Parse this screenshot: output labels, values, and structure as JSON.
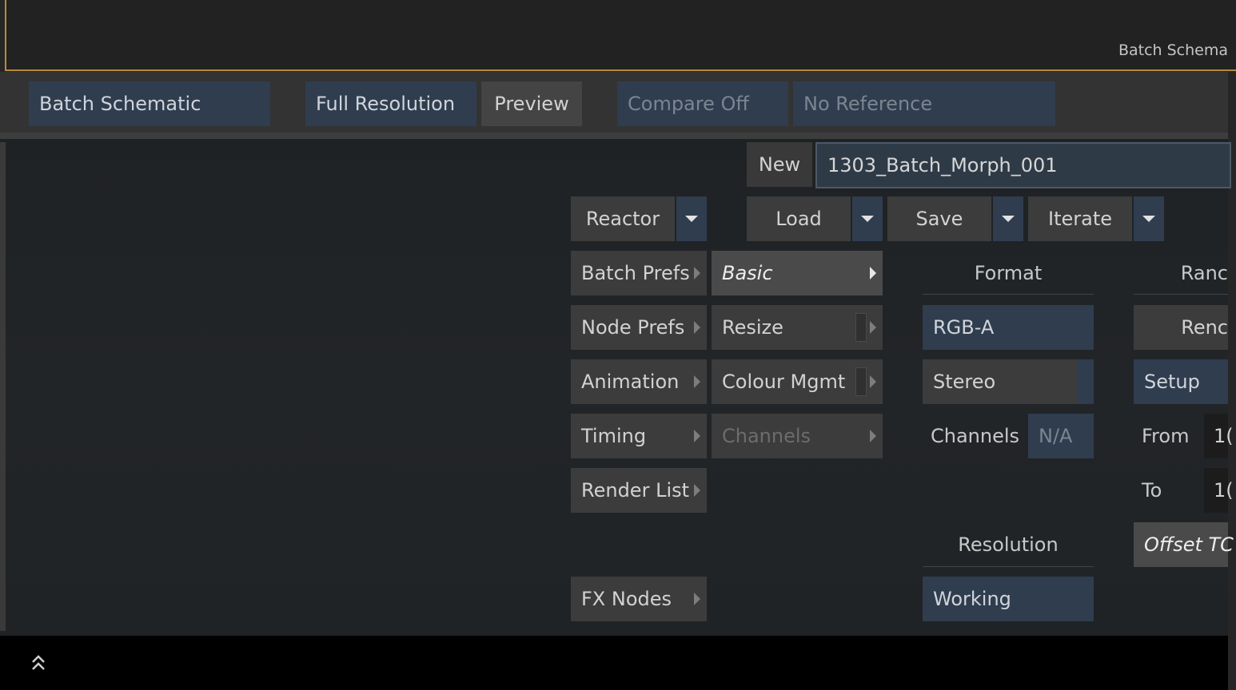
{
  "viewer": {
    "label": "Batch Schema"
  },
  "toolbar": {
    "batch_schematic": "Batch Schematic",
    "full_resolution": "Full Resolution",
    "preview": "Preview",
    "compare": "Compare Off",
    "reference": "No Reference"
  },
  "setup": {
    "new_label": "New",
    "setup_name": "1303_Batch_Morph_001",
    "reactor": "Reactor",
    "load": "Load",
    "save": "Save",
    "iterate": "Iterate"
  },
  "prefs_menu": {
    "items": [
      "Batch Prefs",
      "Node Prefs",
      "Animation",
      "Timing",
      "Render List",
      "FX Nodes"
    ]
  },
  "submenu": {
    "items": [
      "Basic",
      "Resize",
      "Colour Mgmt",
      "Channels"
    ]
  },
  "format": {
    "header": "Format",
    "mode": "RGB-A",
    "stereo": "Stereo",
    "channels_label": "Channels",
    "channels_value": "N/A",
    "resolution_header": "Resolution",
    "resolution_value": "Working"
  },
  "range": {
    "header": "Ranc",
    "render_button": "Renc",
    "setup_button": "Setup",
    "from_label": "From",
    "from_value": "1(",
    "to_label": "To",
    "to_value": "1(",
    "offset_tc": "Offset TC"
  },
  "colors": {
    "accent_blue": "#2f3d4f",
    "viewer_border": "#b88a3c"
  },
  "icons": {
    "collapse": "double-chevron-up-icon"
  }
}
